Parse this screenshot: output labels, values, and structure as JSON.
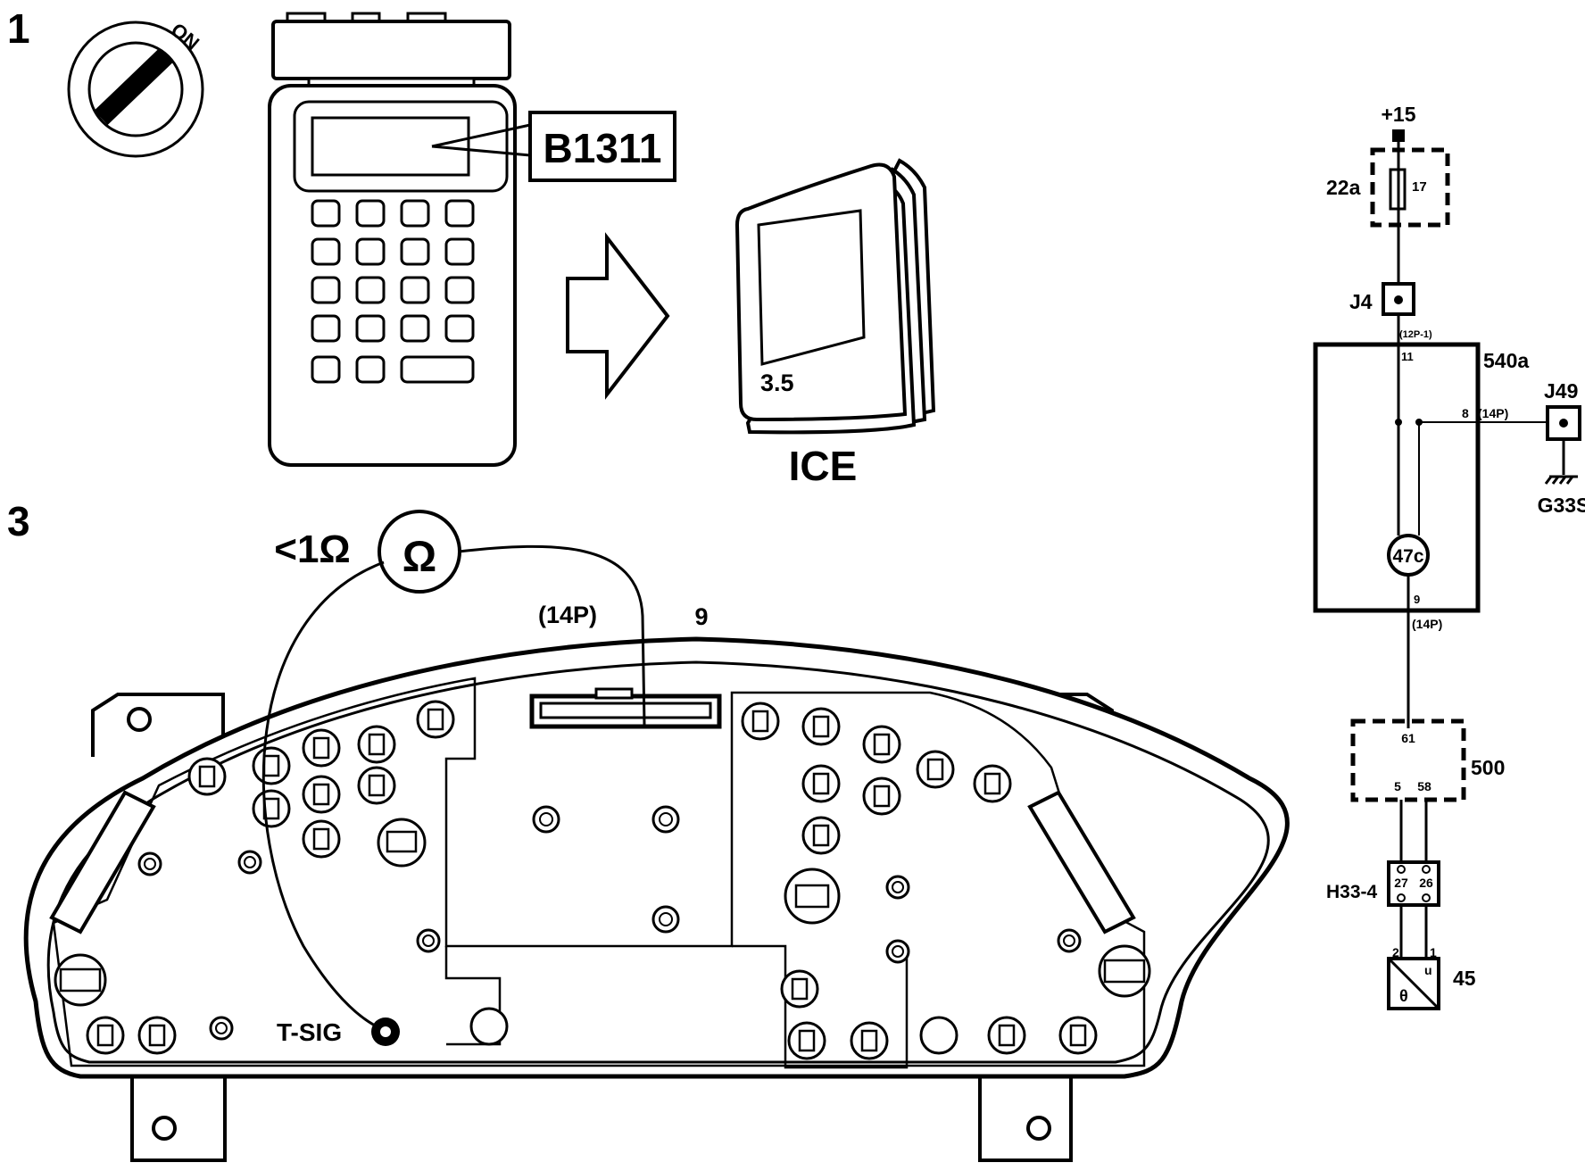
{
  "steps": {
    "step1": "1",
    "step3": "3"
  },
  "ignition": {
    "position_label": "ON"
  },
  "scan_tool": {
    "fault_code": "B1311"
  },
  "manual": {
    "section": "3.5",
    "title": "ICE"
  },
  "measurement": {
    "value": "<1Ω",
    "meter_symbol": "Ω",
    "connector": "(14P)",
    "pin": "9",
    "test_point": "T-SIG"
  },
  "schematic": {
    "supply": "+15",
    "fuse_box": "22a",
    "fuse_number": "17",
    "connector_j4": "J4",
    "connector_j4_ref": "(12P-1)",
    "module": "540a",
    "pin_11": "11",
    "pin_8": "8",
    "connector_14p": "(14P)",
    "connector_j49": "J49",
    "ground": "G33S",
    "component": "47c",
    "pin_9": "9",
    "ecu": "500",
    "ecu_pin_61": "61",
    "ecu_pin_5": "5",
    "ecu_pin_58": "58",
    "connector_h33": "H33-4",
    "h33_pin_27": "27",
    "h33_pin_26": "26",
    "sensor": "45",
    "sensor_pin_2": "2",
    "sensor_pin_1": "1",
    "sensor_u": "u",
    "sensor_theta": "θ"
  }
}
